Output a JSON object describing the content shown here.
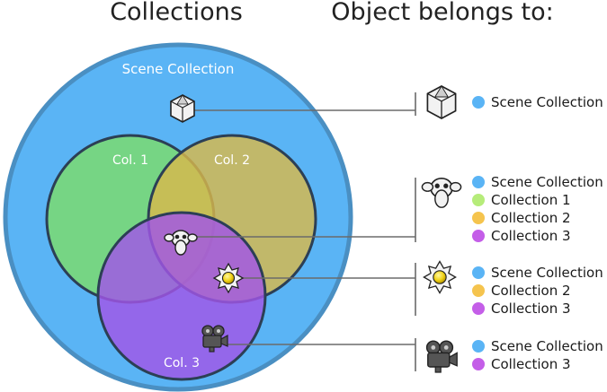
{
  "headings": {
    "left": "Collections",
    "right": "Object belongs to:"
  },
  "collections": {
    "scene": {
      "label": "Scene Collection",
      "color": "#5ab4f5",
      "border": "#4a8fc2"
    },
    "col1": {
      "label": "Col. 1",
      "color": "#7ddc6b",
      "border": "#2c3f55"
    },
    "col2": {
      "label": "Col. 2",
      "color": "#d8b84c",
      "border": "#2c3f55"
    },
    "col3": {
      "label": "Col. 3",
      "color": "#a155e8",
      "border": "#2c3f55"
    }
  },
  "objects": [
    {
      "icon": "mesh-cube-icon",
      "memberships": [
        {
          "label": "Scene Collection",
          "color": "#5ab4f5"
        }
      ]
    },
    {
      "icon": "monkey-head-icon",
      "memberships": [
        {
          "label": "Scene Collection",
          "color": "#5ab4f5"
        },
        {
          "label": "Collection 1",
          "color": "#b6ec7a"
        },
        {
          "label": "Collection 2",
          "color": "#f5c44e"
        },
        {
          "label": "Collection 3",
          "color": "#c45ee8"
        }
      ]
    },
    {
      "icon": "sun-light-icon",
      "memberships": [
        {
          "label": "Scene Collection",
          "color": "#5ab4f5"
        },
        {
          "label": "Collection 2",
          "color": "#f5c44e"
        },
        {
          "label": "Collection 3",
          "color": "#c45ee8"
        }
      ]
    },
    {
      "icon": "camera-icon",
      "memberships": [
        {
          "label": "Scene Collection",
          "color": "#5ab4f5"
        },
        {
          "label": "Collection 3",
          "color": "#c45ee8"
        }
      ]
    }
  ]
}
